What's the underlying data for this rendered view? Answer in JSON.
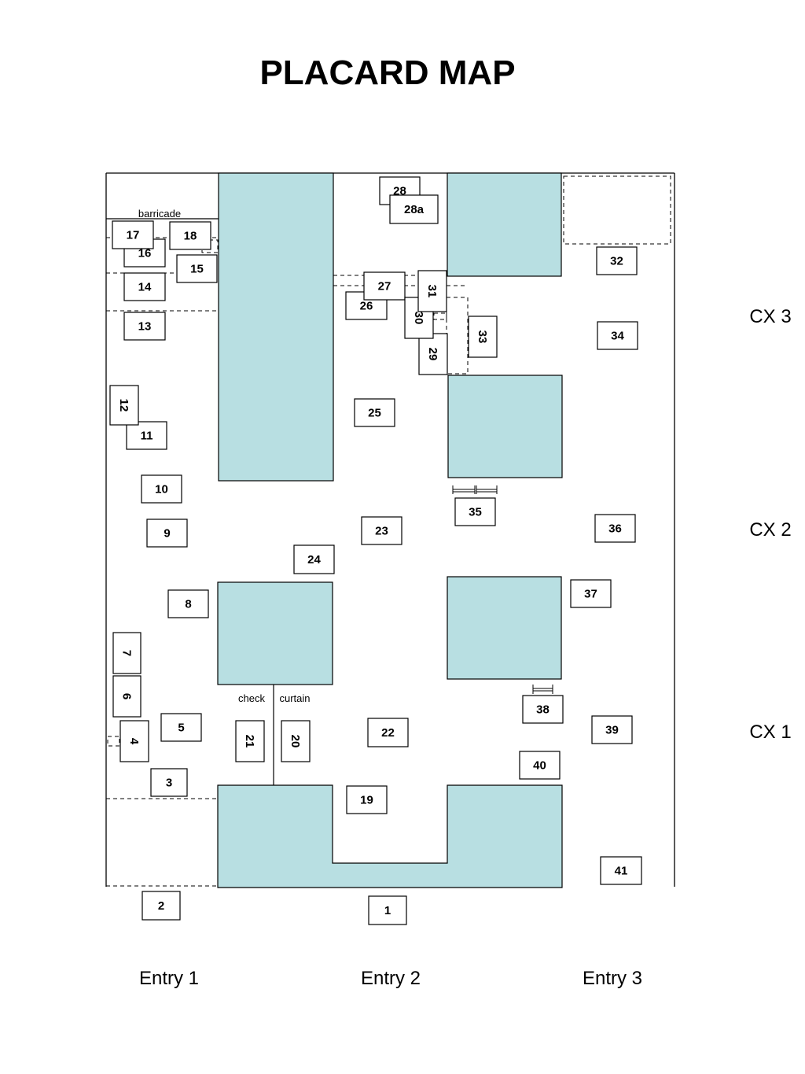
{
  "title": "PLACARD MAP",
  "colors": {
    "block_fill": "#b8dfe2",
    "stroke": "#000000"
  },
  "labels": {
    "barricade": "barricade",
    "check": "check",
    "curtain": "curtain"
  },
  "zones": [
    "CX 3",
    "CX 2",
    "CX 1"
  ],
  "entries": [
    "Entry 1",
    "Entry 2",
    "Entry 3"
  ],
  "placards": [
    "1",
    "2",
    "3",
    "4",
    "5",
    "6",
    "7",
    "8",
    "9",
    "10",
    "11",
    "12",
    "13",
    "14",
    "15",
    "16",
    "17",
    "18",
    "19",
    "20",
    "21",
    "22",
    "23",
    "24",
    "25",
    "26",
    "27",
    "28",
    "28a",
    "29",
    "30",
    "31",
    "32",
    "33",
    "34",
    "35",
    "36",
    "37",
    "38",
    "39",
    "40",
    "41"
  ]
}
